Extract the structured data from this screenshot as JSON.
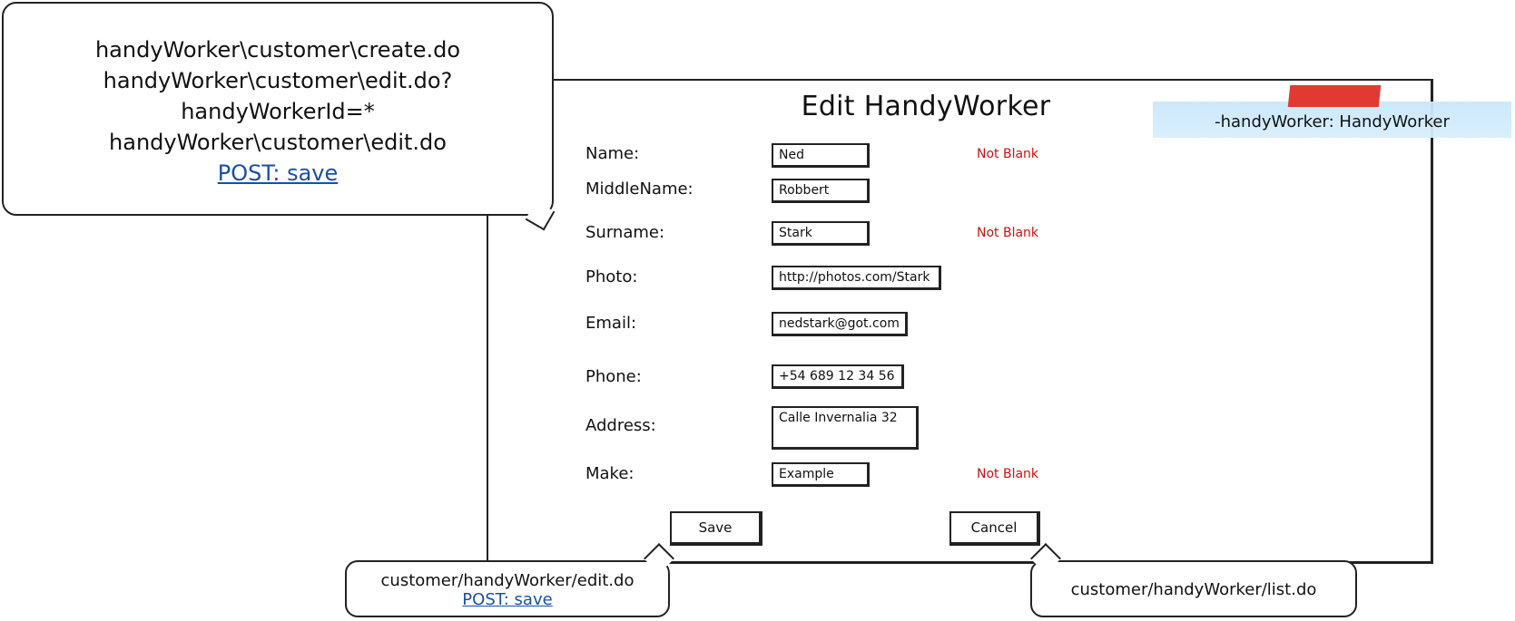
{
  "screen": {
    "title": "Edit HandyWorker",
    "sticky_note": "-handyWorker: HandyWorker"
  },
  "form": {
    "fields": [
      {
        "label": "Name:",
        "value": "Ned",
        "error": "Not Blank"
      },
      {
        "label": "MiddleName:",
        "value": "Robbert",
        "error": ""
      },
      {
        "label": "Surname:",
        "value": "Stark",
        "error": "Not Blank"
      },
      {
        "label": "Photo:",
        "value": "http://photos.com/Stark",
        "error": ""
      },
      {
        "label": "Email:",
        "value": "nedstark@got.com",
        "error": ""
      },
      {
        "label": "Phone:",
        "value": "+54 689 12 34 56",
        "error": ""
      },
      {
        "label": "Address:",
        "value": "Calle Invernalia 32",
        "error": ""
      },
      {
        "label": "Make:",
        "value": "Example",
        "error": "Not Blank"
      }
    ],
    "save_label": "Save",
    "cancel_label": "Cancel"
  },
  "callouts": {
    "top_left": {
      "lines": [
        "handyWorker\\customer\\create.do",
        "handyWorker\\customer\\edit.do?",
        "handyWorkerId=*",
        "handyWorker\\customer\\edit.do"
      ],
      "link": "POST: save"
    },
    "save": {
      "line": "customer/handyWorker/edit.do",
      "link": "POST: save"
    },
    "cancel": {
      "line": "customer/handyWorker/list.do"
    }
  }
}
